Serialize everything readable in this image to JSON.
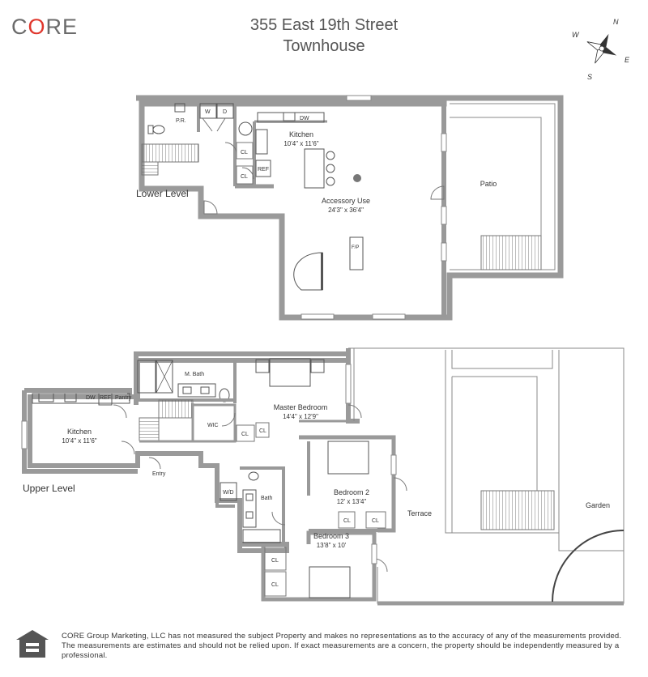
{
  "brand": {
    "logo_prefix": "C",
    "logo_mid": "O",
    "logo_suffix": "RE",
    "accent_color": "#e0372d"
  },
  "header": {
    "address": "355 East 19th Street",
    "type": "Townhouse"
  },
  "compass": {
    "n": "N",
    "e": "E",
    "s": "S",
    "w": "W",
    "icon": "compass-rose-icon"
  },
  "lower": {
    "level_label": "Lower Level",
    "pr": "P.R.",
    "w": "W",
    "d": "D",
    "dw": "DW",
    "kitchen": "Kitchen",
    "kitchen_dim": "10'4\" x 11'6\"",
    "cl1": "CL",
    "cl2": "CL",
    "ref": "REF",
    "accessory": "Accessory Use",
    "accessory_dim": "24'3\" x 36'4\"",
    "fp": "F/P",
    "patio": "Patio"
  },
  "upper": {
    "level_label": "Upper Level",
    "kitchen": "Kitchen",
    "kitchen_dim": "10'4\" x 11'6\"",
    "dw": "DW",
    "ref": "REF",
    "pantry": "Pantry",
    "entry": "Entry",
    "mbath": "M. Bath",
    "wic": "WIC",
    "master": "Master Bedroom",
    "master_dim": "14'4\" x 12'9\"",
    "cl_a": "CL",
    "cl_b": "CL",
    "wd": "W/D",
    "bath": "Bath",
    "bed2": "Bedroom 2",
    "bed2_dim": "12' x 13'4\"",
    "cl_c": "CL",
    "cl_d": "CL",
    "terrace": "Terrace",
    "garden": "Garden",
    "bed3": "Bedroom 3",
    "bed3_dim": "13'8\" x 10'",
    "cl_e": "CL",
    "cl_f": "CL"
  },
  "footer": {
    "disclaimer": "CORE Group Marketing, LLC has not measured the subject Property and makes no representations as to the accuracy of any of the measurements provided. The measurements are estimates and should not be relied upon. If exact measurements are a concern, the property should be independently measured by a professional.",
    "eho_icon": "equal-housing-opportunity-icon"
  }
}
